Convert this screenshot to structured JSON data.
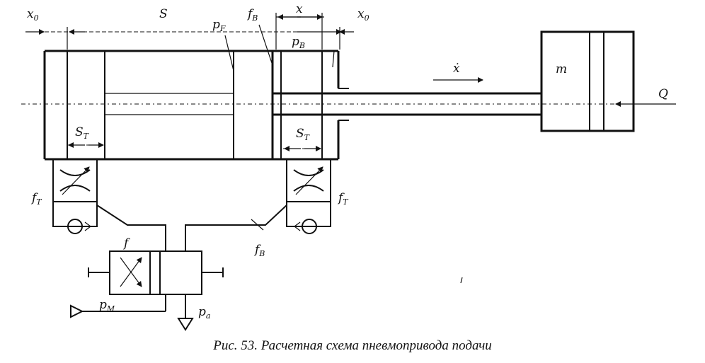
{
  "labels": {
    "x0_left": {
      "main": "x",
      "sub": "0"
    },
    "s": {
      "main": "S",
      "sub": ""
    },
    "pf": {
      "main": "p",
      "sub": "F"
    },
    "fb_top": {
      "main": "f",
      "sub": "B"
    },
    "x": {
      "main": "x",
      "sub": ""
    },
    "x0_right": {
      "main": "x",
      "sub": "0"
    },
    "pb": {
      "main": "p",
      "sub": "B"
    },
    "xdot": {
      "main": "ẋ",
      "sub": ""
    },
    "m": {
      "main": "m",
      "sub": ""
    },
    "q": {
      "main": "Q",
      "sub": ""
    },
    "st_left": {
      "main": "S",
      "sub": "T"
    },
    "st_right": {
      "main": "S",
      "sub": "T"
    },
    "ft_left": {
      "main": "f",
      "sub": "T"
    },
    "ft_right": {
      "main": "f",
      "sub": "T"
    },
    "fb_bottom": {
      "main": "f",
      "sub": "B"
    },
    "f": {
      "main": "f",
      "sub": ""
    },
    "pm": {
      "main": "p",
      "sub": "M"
    },
    "pa": {
      "main": "p",
      "sub": "a"
    }
  },
  "caption": "Рис. 53. Расчетная схема пневмопривода подачи"
}
